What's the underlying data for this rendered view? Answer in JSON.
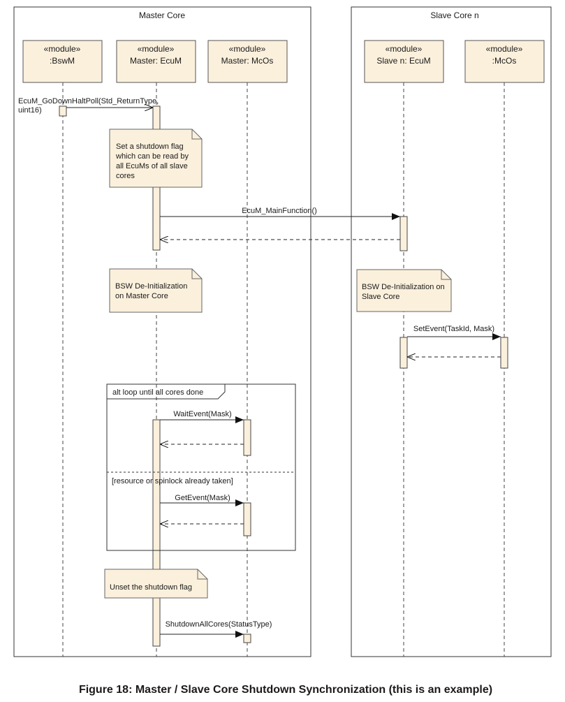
{
  "frames": {
    "master": "Master Core",
    "slave": "Slave Core n"
  },
  "modules": [
    {
      "stereotype": "«module»",
      "name": ":BswM"
    },
    {
      "stereotype": "«module»",
      "name": "Master: EcuM"
    },
    {
      "stereotype": "«module»",
      "name": "Master: McOs"
    },
    {
      "stereotype": "«module»",
      "name": "Slave n: EcuM"
    },
    {
      "stereotype": "«module»",
      "name": ":McOs"
    }
  ],
  "messages": {
    "go_down_line1": "EcuM_GoDownHaltPoll(Std_ReturnType,",
    "go_down_line2": "uint16)",
    "main_function": "EcuM_MainFunction()",
    "set_event": "SetEvent(TaskId, Mask)",
    "wait_event": "WaitEvent(Mask)",
    "get_event": "GetEvent(Mask)",
    "shutdown_all": "ShutdownAllCores(StatusType)"
  },
  "notes": {
    "shutdown_flag": [
      "Set a shutdown flag",
      "which can be read by",
      "all EcuMs of all slave",
      "cores"
    ],
    "bsw_master": [
      "BSW De-Initialization",
      "on Master Core"
    ],
    "bsw_slave": [
      "BSW De-Initialization on",
      "Slave Core"
    ],
    "unset_flag": [
      "Unset the shutdown flag"
    ]
  },
  "alt": {
    "label": "alt loop until all cores done",
    "guard": "[resource or spinlock already taken]"
  },
  "caption": "Figure 18: Master / Slave Core Shutdown Synchronization (this is an example)"
}
